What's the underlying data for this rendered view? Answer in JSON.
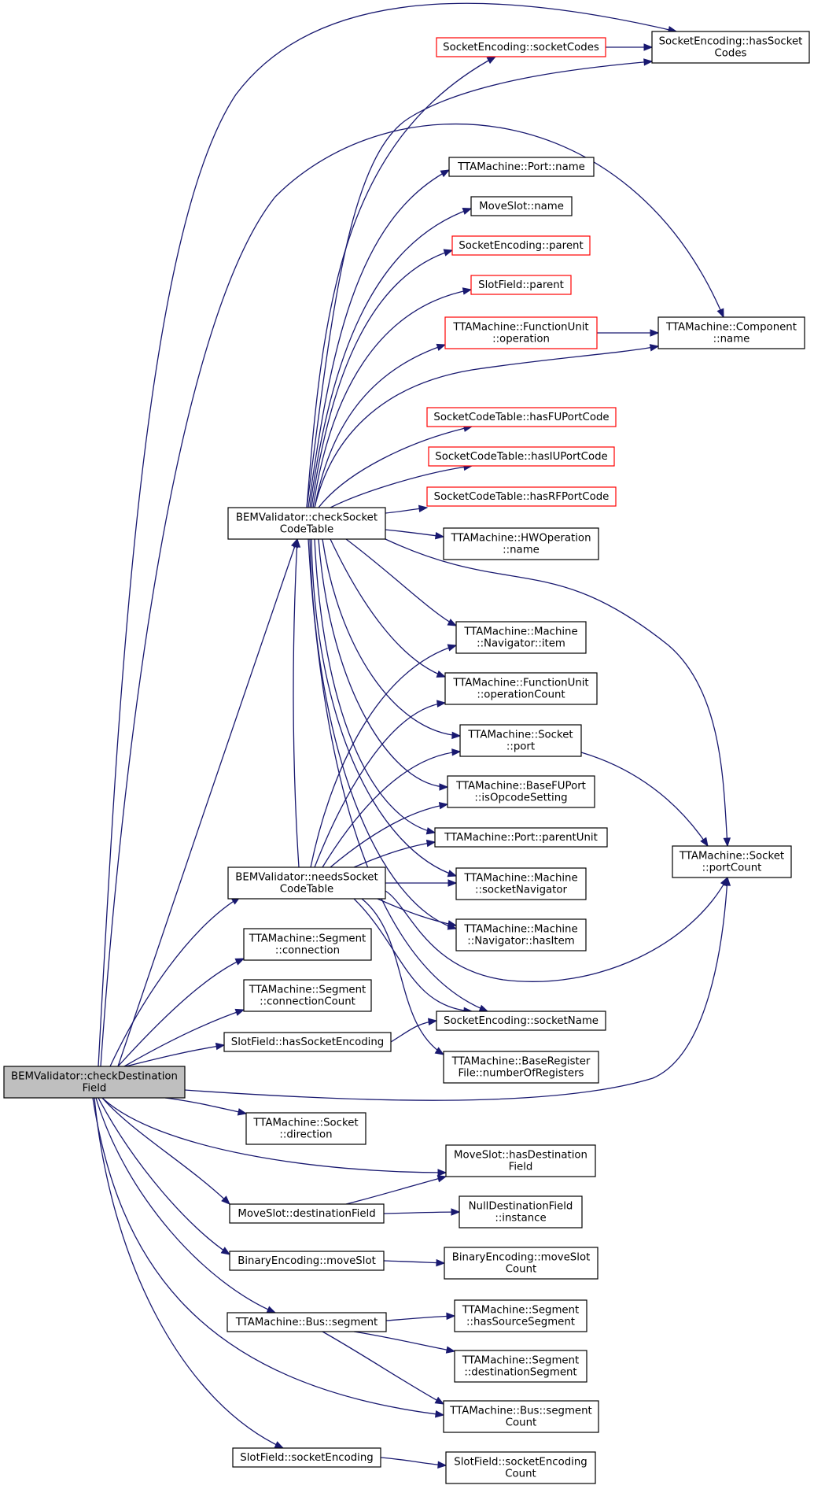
{
  "graph": {
    "nodes": [
      {
        "id": "root",
        "lines": [
          "BEMValidator::checkDestination",
          "Field"
        ],
        "style": "root"
      },
      {
        "id": "check_sct",
        "lines": [
          "BEMValidator::checkSocket",
          "CodeTable"
        ],
        "style": "normal"
      },
      {
        "id": "needs_sct",
        "lines": [
          "BEMValidator::needsSocket",
          "CodeTable"
        ],
        "style": "normal"
      },
      {
        "id": "seg_conn",
        "lines": [
          "TTAMachine::Segment",
          "::connection"
        ],
        "style": "normal"
      },
      {
        "id": "seg_conncount",
        "lines": [
          "TTAMachine::Segment",
          "::connectionCount"
        ],
        "style": "normal"
      },
      {
        "id": "sf_hasenc",
        "lines": [
          "SlotField::hasSocketEncoding"
        ],
        "style": "normal"
      },
      {
        "id": "sock_dir",
        "lines": [
          "TTAMachine::Socket",
          "::direction"
        ],
        "style": "normal"
      },
      {
        "id": "ms_destfield",
        "lines": [
          "MoveSlot::destinationField"
        ],
        "style": "normal"
      },
      {
        "id": "be_moveslot",
        "lines": [
          "BinaryEncoding::moveSlot"
        ],
        "style": "normal"
      },
      {
        "id": "bus_segment",
        "lines": [
          "TTAMachine::Bus::segment"
        ],
        "style": "normal"
      },
      {
        "id": "sf_sockenc",
        "lines": [
          "SlotField::socketEncoding"
        ],
        "style": "normal"
      },
      {
        "id": "se_sockcodes",
        "lines": [
          "SocketEncoding::socketCodes"
        ],
        "style": "red"
      },
      {
        "id": "se_hassockcodes",
        "lines": [
          "SocketEncoding::hasSocket",
          "Codes"
        ],
        "style": "normal"
      },
      {
        "id": "port_name",
        "lines": [
          "TTAMachine::Port::name"
        ],
        "style": "normal"
      },
      {
        "id": "ms_name",
        "lines": [
          "MoveSlot::name"
        ],
        "style": "normal"
      },
      {
        "id": "se_parent",
        "lines": [
          "SocketEncoding::parent"
        ],
        "style": "red"
      },
      {
        "id": "sf_parent",
        "lines": [
          "SlotField::parent"
        ],
        "style": "red"
      },
      {
        "id": "fu_operation",
        "lines": [
          "TTAMachine::FunctionUnit",
          "::operation"
        ],
        "style": "red"
      },
      {
        "id": "comp_name",
        "lines": [
          "TTAMachine::Component",
          "::name"
        ],
        "style": "normal"
      },
      {
        "id": "sct_hasfu",
        "lines": [
          "SocketCodeTable::hasFUPortCode"
        ],
        "style": "red"
      },
      {
        "id": "sct_hasiu",
        "lines": [
          "SocketCodeTable::hasIUPortCode"
        ],
        "style": "red"
      },
      {
        "id": "sct_hasrf",
        "lines": [
          "SocketCodeTable::hasRFPortCode"
        ],
        "style": "red"
      },
      {
        "id": "hwop_name",
        "lines": [
          "TTAMachine::HWOperation",
          "::name"
        ],
        "style": "normal"
      },
      {
        "id": "nav_item",
        "lines": [
          "TTAMachine::Machine",
          "::Navigator::item"
        ],
        "style": "normal"
      },
      {
        "id": "fu_opcount",
        "lines": [
          "TTAMachine::FunctionUnit",
          "::operationCount"
        ],
        "style": "normal"
      },
      {
        "id": "sock_port",
        "lines": [
          "TTAMachine::Socket",
          "::port"
        ],
        "style": "normal"
      },
      {
        "id": "bfu_isopc",
        "lines": [
          "TTAMachine::BaseFUPort",
          "::isOpcodeSetting"
        ],
        "style": "normal"
      },
      {
        "id": "port_parentunit",
        "lines": [
          "TTAMachine::Port::parentUnit"
        ],
        "style": "normal"
      },
      {
        "id": "sock_portcount",
        "lines": [
          "TTAMachine::Socket",
          "::portCount"
        ],
        "style": "normal"
      },
      {
        "id": "mach_socknav",
        "lines": [
          "TTAMachine::Machine",
          "::socketNavigator"
        ],
        "style": "normal"
      },
      {
        "id": "nav_hasitem",
        "lines": [
          "TTAMachine::Machine",
          "::Navigator::hasItem"
        ],
        "style": "normal"
      },
      {
        "id": "se_sockname",
        "lines": [
          "SocketEncoding::socketName"
        ],
        "style": "normal"
      },
      {
        "id": "brf_numregs",
        "lines": [
          "TTAMachine::BaseRegister",
          "File::numberOfRegisters"
        ],
        "style": "normal"
      },
      {
        "id": "ms_hasdest",
        "lines": [
          "MoveSlot::hasDestination",
          "Field"
        ],
        "style": "normal"
      },
      {
        "id": "ndf_instance",
        "lines": [
          "NullDestinationField",
          "::instance"
        ],
        "style": "normal"
      },
      {
        "id": "be_moveslotcount",
        "lines": [
          "BinaryEncoding::moveSlot",
          "Count"
        ],
        "style": "normal"
      },
      {
        "id": "seg_hassrc",
        "lines": [
          "TTAMachine::Segment",
          "::hasSourceSegment"
        ],
        "style": "normal"
      },
      {
        "id": "seg_destseg",
        "lines": [
          "TTAMachine::Segment",
          "::destinationSegment"
        ],
        "style": "normal"
      },
      {
        "id": "bus_segcount",
        "lines": [
          "TTAMachine::Bus::segment",
          "Count"
        ],
        "style": "normal"
      },
      {
        "id": "sf_sockenccount",
        "lines": [
          "SlotField::socketEncoding",
          "Count"
        ],
        "style": "normal"
      }
    ],
    "edges": [
      [
        "root",
        "check_sct"
      ],
      [
        "root",
        "needs_sct"
      ],
      [
        "root",
        "seg_conn"
      ],
      [
        "root",
        "seg_conncount"
      ],
      [
        "root",
        "sf_hasenc"
      ],
      [
        "root",
        "sock_dir"
      ],
      [
        "root",
        "ms_destfield"
      ],
      [
        "root",
        "be_moveslot"
      ],
      [
        "root",
        "bus_segment"
      ],
      [
        "root",
        "sf_sockenc"
      ],
      [
        "root",
        "se_hassockcodes"
      ],
      [
        "root",
        "comp_name"
      ],
      [
        "root",
        "sock_portcount"
      ],
      [
        "root",
        "ms_hasdest"
      ],
      [
        "root",
        "bus_segcount"
      ],
      [
        "check_sct",
        "se_sockcodes"
      ],
      [
        "check_sct",
        "se_hassockcodes"
      ],
      [
        "check_sct",
        "port_name"
      ],
      [
        "check_sct",
        "ms_name"
      ],
      [
        "check_sct",
        "se_parent"
      ],
      [
        "check_sct",
        "sf_parent"
      ],
      [
        "check_sct",
        "fu_operation"
      ],
      [
        "check_sct",
        "comp_name"
      ],
      [
        "check_sct",
        "sct_hasfu"
      ],
      [
        "check_sct",
        "sct_hasiu"
      ],
      [
        "check_sct",
        "sct_hasrf"
      ],
      [
        "check_sct",
        "hwop_name"
      ],
      [
        "check_sct",
        "nav_item"
      ],
      [
        "check_sct",
        "fu_opcount"
      ],
      [
        "check_sct",
        "sock_port"
      ],
      [
        "check_sct",
        "bfu_isopc"
      ],
      [
        "check_sct",
        "port_parentunit"
      ],
      [
        "check_sct",
        "sock_portcount"
      ],
      [
        "check_sct",
        "mach_socknav"
      ],
      [
        "check_sct",
        "nav_hasitem"
      ],
      [
        "check_sct",
        "se_sockname"
      ],
      [
        "se_sockcodes",
        "se_hassockcodes"
      ],
      [
        "fu_operation",
        "comp_name"
      ],
      [
        "sock_port",
        "sock_portcount"
      ],
      [
        "needs_sct",
        "check_sct"
      ],
      [
        "needs_sct",
        "nav_item"
      ],
      [
        "needs_sct",
        "fu_opcount"
      ],
      [
        "needs_sct",
        "sock_port"
      ],
      [
        "needs_sct",
        "bfu_isopc"
      ],
      [
        "needs_sct",
        "port_parentunit"
      ],
      [
        "needs_sct",
        "mach_socknav"
      ],
      [
        "needs_sct",
        "nav_hasitem"
      ],
      [
        "needs_sct",
        "sock_portcount"
      ],
      [
        "needs_sct",
        "se_sockname"
      ],
      [
        "needs_sct",
        "brf_numregs"
      ],
      [
        "sf_hasenc",
        "se_sockname"
      ],
      [
        "ms_destfield",
        "ms_hasdest"
      ],
      [
        "ms_destfield",
        "ndf_instance"
      ],
      [
        "be_moveslot",
        "be_moveslotcount"
      ],
      [
        "bus_segment",
        "seg_hassrc"
      ],
      [
        "bus_segment",
        "seg_destseg"
      ],
      [
        "bus_segment",
        "bus_segcount"
      ],
      [
        "sf_sockenc",
        "sf_sockenccount"
      ]
    ]
  }
}
